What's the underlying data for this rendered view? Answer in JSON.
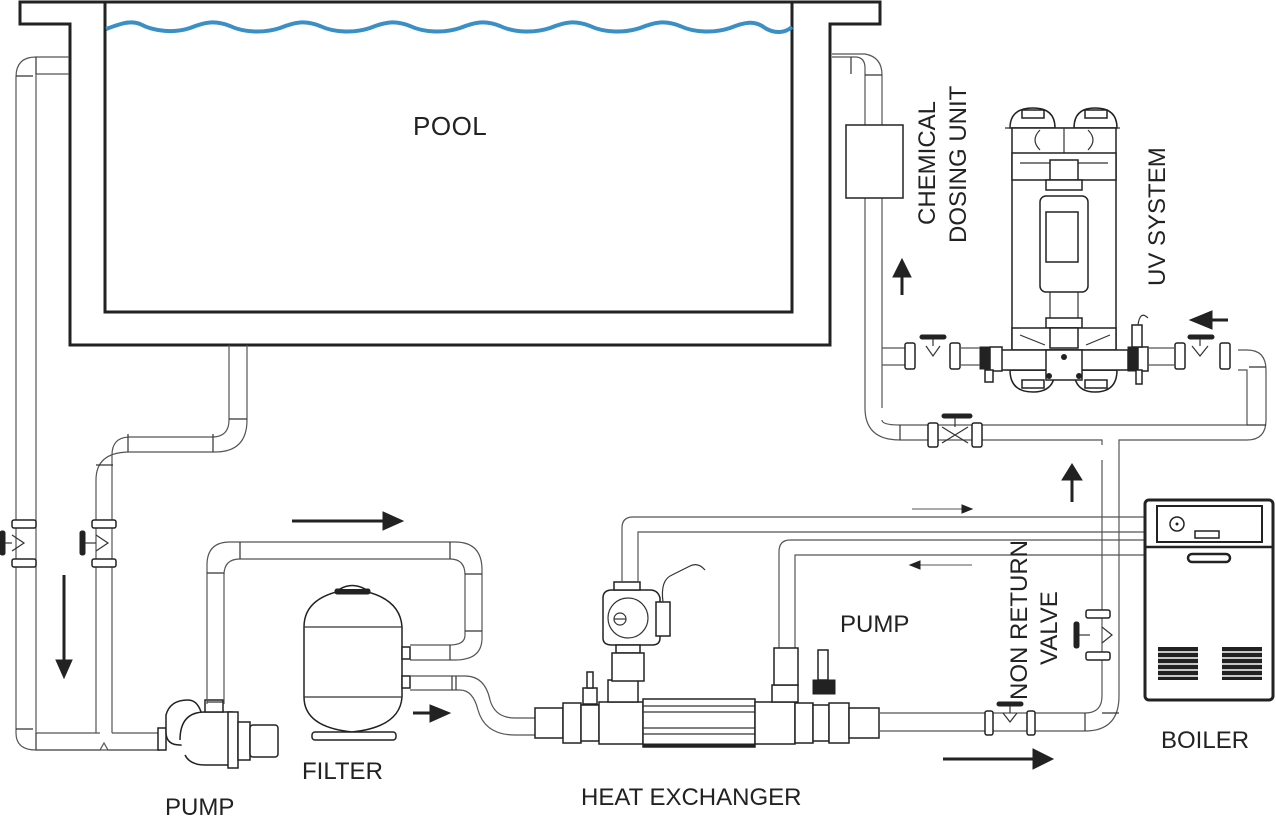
{
  "diagram": {
    "title": "Pool heating and filtration system",
    "labels": {
      "pool": "POOL",
      "pump_main": "PUMP",
      "filter": "FILTER",
      "heat_exchanger": "HEAT EXCHANGER",
      "pump_circulation": "PUMP",
      "non_return_valve_line1": "NON RETURN",
      "non_return_valve_line2": "VALVE",
      "boiler": "BOILER",
      "uv_system": "UV SYSTEM",
      "chemical_dosing_line1": "CHEMICAL",
      "chemical_dosing_line2": "DOSING UNIT"
    },
    "colors": {
      "water": "#3a8fc4",
      "line": "#222222",
      "pipe": "#555555"
    },
    "flow_directions": [
      {
        "id": "return-down",
        "direction": "down"
      },
      {
        "id": "to-filter",
        "direction": "right"
      },
      {
        "id": "filter-out",
        "direction": "right"
      },
      {
        "id": "to-boiler-loop",
        "direction": "right"
      },
      {
        "id": "boiler-supply",
        "direction": "right"
      },
      {
        "id": "boiler-return",
        "direction": "left"
      },
      {
        "id": "up-to-uv",
        "direction": "up"
      },
      {
        "id": "uv-inlet",
        "direction": "left"
      },
      {
        "id": "to-pool",
        "direction": "up"
      }
    ]
  }
}
